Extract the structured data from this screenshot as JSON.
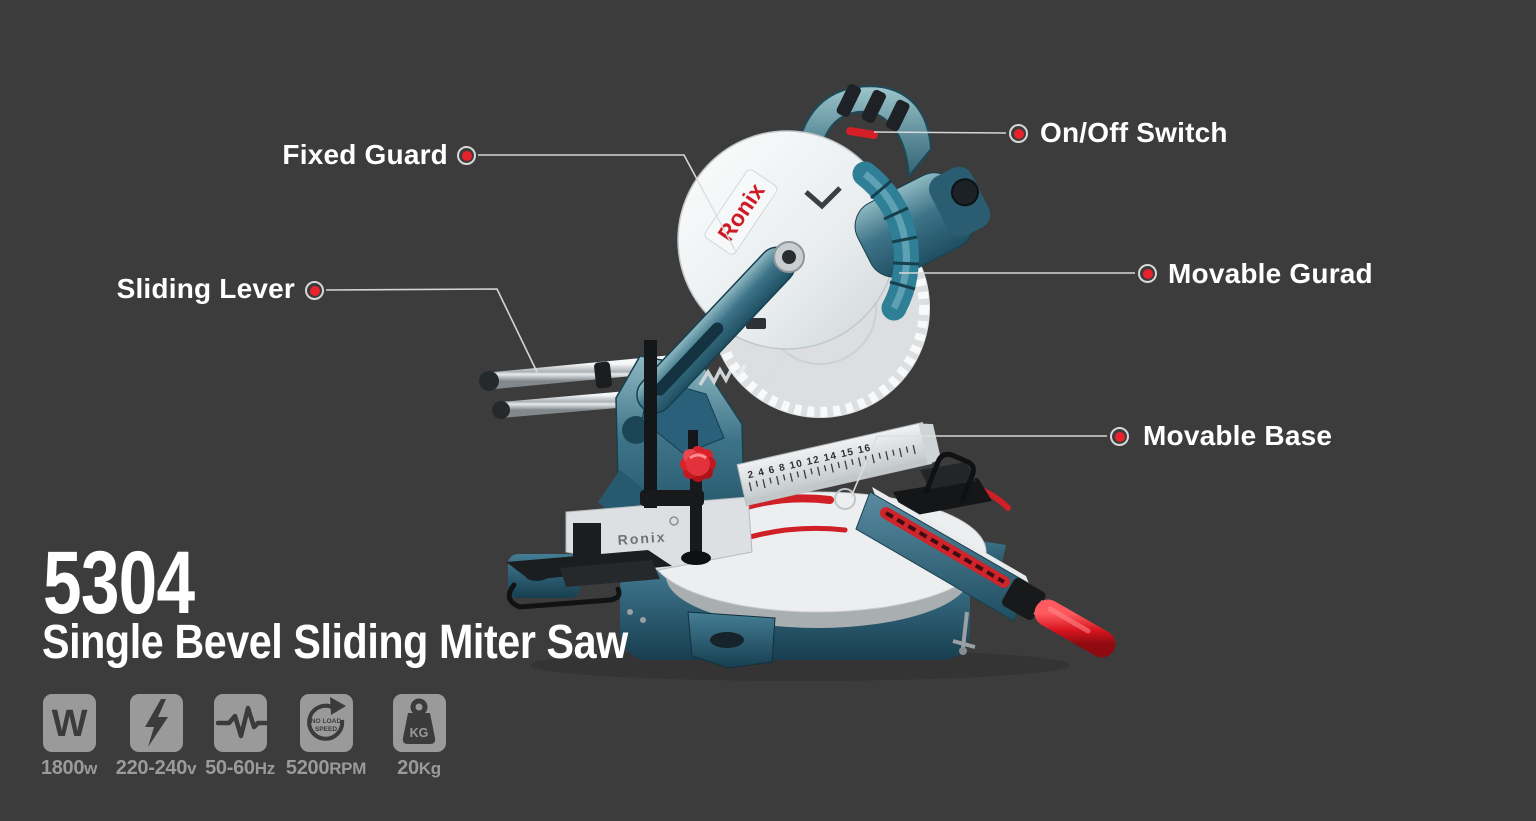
{
  "page": {
    "background": "#3c3c3c"
  },
  "product": {
    "model": "5304",
    "name": "Single Bevel Sliding Miter Saw",
    "brand": "Ronix"
  },
  "callouts": [
    {
      "id": "fixed-guard",
      "label": "Fixed Guard"
    },
    {
      "id": "on-off-switch",
      "label": "On/Off Switch"
    },
    {
      "id": "sliding-lever",
      "label": "Sliding Lever"
    },
    {
      "id": "movable-guard",
      "label": "Movable Gurad"
    },
    {
      "id": "movable-base",
      "label": "Movable Base"
    }
  ],
  "specs": [
    {
      "icon": "watt-icon",
      "glyph": "W",
      "value": "1800",
      "unit": "w"
    },
    {
      "icon": "voltage-icon",
      "value": "220-240",
      "unit": "v"
    },
    {
      "icon": "frequency-icon",
      "value": "50-60",
      "unit": "Hz"
    },
    {
      "icon": "speed-icon",
      "icon_text_line1": "NO LOAD",
      "icon_text_line2": "SPEED",
      "value": "5200",
      "unit": "RPM"
    },
    {
      "icon": "weight-icon",
      "icon_text": "KG",
      "value": "20",
      "unit": "Kg"
    }
  ],
  "machine": {
    "fence_scale": "2 4 6 8 10 12 14 15 16"
  },
  "colors": {
    "background": "#3c3c3c",
    "accent_red": "#e8222c",
    "machine_teal": "#3d7388",
    "label_white": "#ffffff",
    "spec_gray": "#9a9a9a"
  }
}
